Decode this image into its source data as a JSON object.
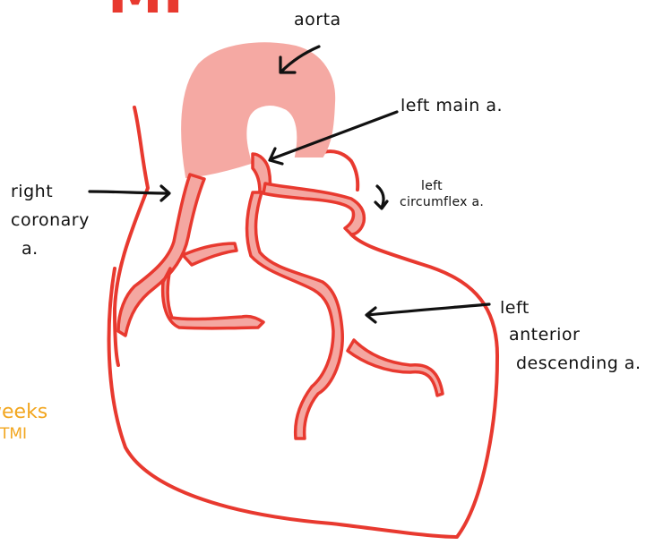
{
  "colors": {
    "outline": "#E8392F",
    "vessel_fill": "#F4A7A1",
    "aorta_fill": "#F5A9A3",
    "arrow": "#111111",
    "partial_text_red": "#E8392F",
    "partial_text_orange": "#F2A61F"
  },
  "labels": {
    "aorta": "aorta",
    "left_main": "left main a.",
    "left_circumflex_line1": "left",
    "left_circumflex_line2": "circumflex a.",
    "right_coronary_line1": "right",
    "right_coronary_line2": "coronary",
    "right_coronary_line3": "a.",
    "lad_line1": "left",
    "lad_line2": "anterior",
    "lad_line3": "descending a."
  },
  "partial_text": {
    "top_red": "MI",
    "left_orange_line1": "weeks",
    "left_orange_line2": "TMI"
  }
}
